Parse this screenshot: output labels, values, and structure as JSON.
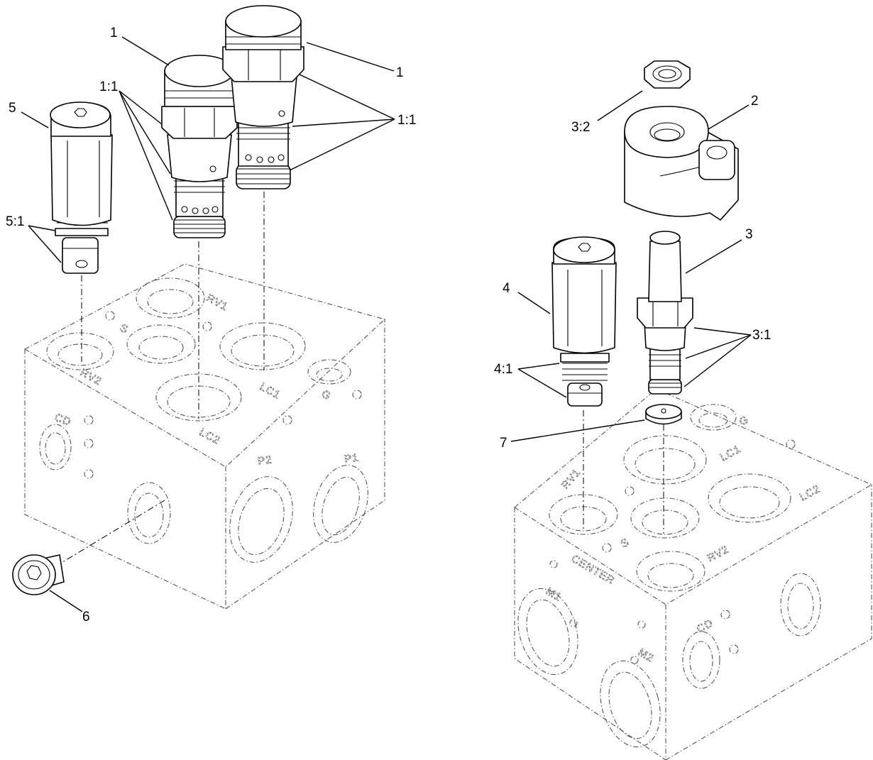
{
  "callouts": {
    "left_cartridge_a": "1",
    "left_cartridge_b": "1",
    "left_seals_a": "1:1",
    "left_seals_b": "1:1",
    "coil": "2",
    "coil_nut": "3:2",
    "solenoid_valve": "3",
    "solenoid_seals": "3:1",
    "relief_valve_right": "4",
    "relief_seals_right": "4:1",
    "relief_valve_left": "5",
    "relief_seals_left": "5:1",
    "plug": "6",
    "orifice": "7"
  },
  "ports_left": {
    "rv1": "RV1",
    "rv2": "RV2",
    "s": "S",
    "lc1": "LC1",
    "lc2": "LC2",
    "g": "G",
    "cd": "CD",
    "p1": "P1",
    "p2": "P2"
  },
  "ports_right": {
    "rv1": "RV1",
    "rv2": "RV2",
    "s": "S",
    "lc1": "LC1",
    "lc2": "LC2",
    "g": "G",
    "cd": "CD",
    "center": "CENTER",
    "m1": "M1",
    "m2": "M2"
  }
}
